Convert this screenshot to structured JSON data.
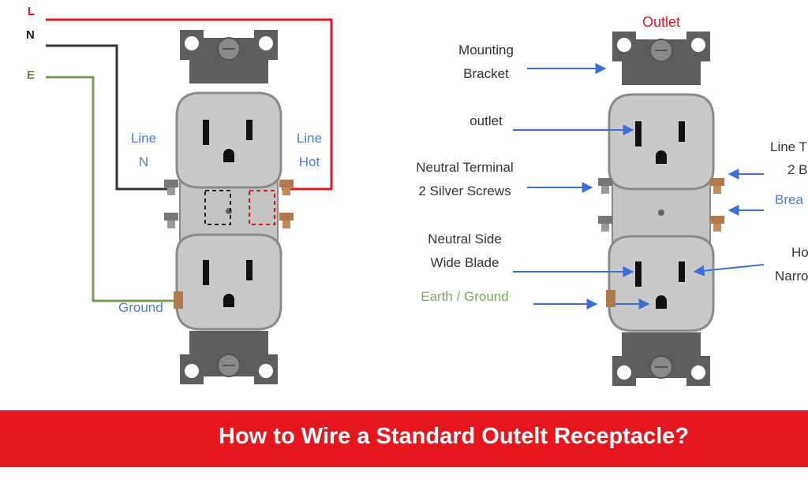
{
  "wire_labels": {
    "line": "L",
    "neutral": "N",
    "earth": "E"
  },
  "left_diagram": {
    "line_n": [
      "Line",
      "N"
    ],
    "line_hot": [
      "Line",
      "Hot"
    ],
    "ground": "Ground"
  },
  "right_diagram": {
    "outlet_title": "Outlet",
    "mounting_bracket": [
      "Mounting",
      "Bracket"
    ],
    "outlet": "outlet",
    "neutral_terminal": [
      "Neutral Terminal",
      "2 Silver Screws"
    ],
    "neutral_side": [
      "Neutral Side",
      "Wide Blade"
    ],
    "earth_ground": "Earth / Ground",
    "line_terminal_partial": [
      "Line T",
      "2 B"
    ],
    "breaker_partial": "Brea",
    "hot_side_partial": [
      "Ho",
      "Narro"
    ]
  },
  "banner": {
    "title": "How to Wire a Standard Outelt Receptacle?"
  },
  "colors": {
    "line_wire": "#e5161d",
    "neutral_wire": "#333333",
    "earth_wire": "#7a9a5a",
    "label_blue": "#4a7fd4",
    "title_red": "#e5161d",
    "earth_label": "#7fa85a",
    "arrow_blue": "#3d6fd9",
    "outlet_body": "#8e8e8e",
    "outlet_face": "#c8c8c8",
    "bracket": "#5a5a5a"
  }
}
